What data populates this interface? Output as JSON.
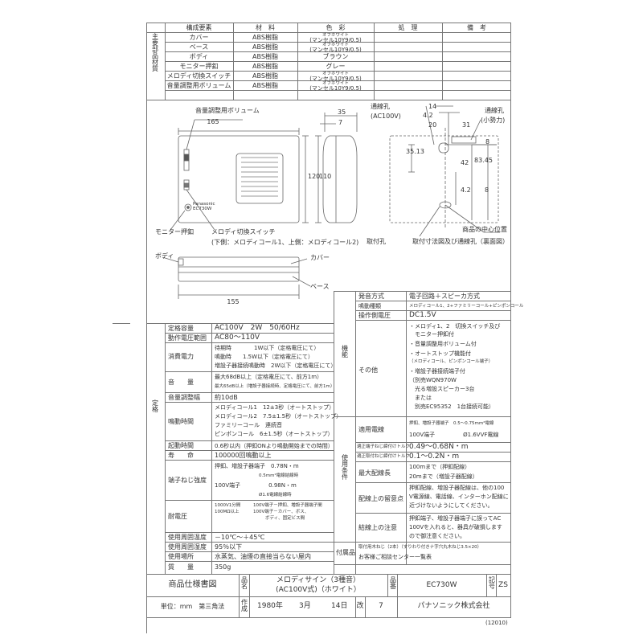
{
  "materials": {
    "headers": {
      "row_label": "主要部品材質",
      "component": "構成要素",
      "material": "材　料",
      "color": "色　彩",
      "finish": "処　理",
      "remarks": "備　考"
    },
    "rows": [
      {
        "component": "カバー",
        "material": "ABS樹脂",
        "color_top": "オフホワイト",
        "color_bottom": "(マンセル10Y9/0.5)"
      },
      {
        "component": "ベース",
        "material": "ABS樹脂",
        "color_top": "オフホワイト",
        "color_bottom": "(マンセル10Y9/0.5)"
      },
      {
        "component": "ボディ",
        "material": "ABS樹脂",
        "color_top": "",
        "color_bottom": "ブラウン"
      },
      {
        "component": "モニター押釦",
        "material": "ABS樹脂",
        "color_top": "",
        "color_bottom": "グレー"
      },
      {
        "component": "メロディ切換スイッチ",
        "material": "ABS樹脂",
        "color_top": "オフホワイト",
        "color_bottom": "(マンセル10Y9/0.5)"
      },
      {
        "component": "音量調整用ボリューム",
        "material": "ABS樹脂",
        "color_top": "オフホワイト",
        "color_bottom": "(マンセル10Y9/0.5)"
      }
    ]
  },
  "drawing": {
    "volume_label": "音量調整用ボリューム",
    "dim_165": "165",
    "dim_120": "120",
    "dim_35": "35",
    "dim_7": "7",
    "dim_110": "110",
    "brand": "Panasonic",
    "model_small": "EC730W",
    "monitor_label": "モニター押釦",
    "switch_label": "メロディ切換スイッチ",
    "switch_note": "(下側：メロディコール1、上側：メロディコール2)",
    "body_label": "ボディ",
    "cover_label": "カバー",
    "base_label": "ベース",
    "dim_155": "155",
    "hole_ac_label1": "通線孔",
    "hole_ac_label2": "(AC100V)",
    "hole_small_label1": "通線孔",
    "hole_small_label2": "(小勢力)",
    "d14": "14",
    "d4_2a": "4.2",
    "d20": "20",
    "d31": "31",
    "d8a": "8",
    "d35_13": "35.13",
    "d42": "42",
    "d83_45": "83.45",
    "d4_2b": "4.2",
    "d8b": "8",
    "center_label": "商品の中心位置",
    "mount_hole_label": "取付孔",
    "mount_caption": "取付寸法図及び通線孔（裏面図）"
  },
  "specs": {
    "rating_group": "定格",
    "rows": [
      {
        "label": "定格容量",
        "value": "AC100V　2W　50/60Hz"
      },
      {
        "label": "動作電圧範囲",
        "value": "AC80～110V"
      },
      {
        "label": "消費電力",
        "lines": [
          "待期時　　　　1W以下（定格電圧にて）",
          "鳴動時　　1.5W以下（定格電圧にて）",
          "増設子器接続鳴動時　2W以下（定格電圧にて）"
        ]
      },
      {
        "label": "音　　量",
        "lines": [
          "最大68dB以上（定格電圧にて、前方1m）",
          "最大65dB以上（増設子器接続時、定格電圧にて、前方1m）"
        ]
      },
      {
        "label": "音量調整幅",
        "value": "約10dB"
      },
      {
        "label": "鳴動時間",
        "lines": [
          "メロディコール1　12±3秒（オートストップ）",
          "メロディコール2　7.5±1.5秒（オートストップ）",
          "ファミリーコール　連続音",
          "ピンポンコール　6±1.5秒（オートストップ）"
        ]
      },
      {
        "label": "起動時間",
        "value": "0.6秒以内（押釦ONより鳴動開始までの時間）"
      },
      {
        "label": "寿　　命",
        "value": "100000回鳴動以上"
      },
      {
        "label": "端子ねじ強度",
        "lines": [
          "押釦、増設子器端子　0.78N・m",
          "　　　　　　　　　　0.5mm²電線結線時",
          "100V端子　　　　　0.98N・m",
          "　　　　　　　　　　Ø1.6電線結線時"
        ]
      },
      {
        "label": "耐電圧",
        "lines": [
          "1000V1分間",
          "100MΩ以上",
          "100V端子－押釦、増設子器端子間",
          "100V端子－カバー、ボス、",
          "ボディ、固定ビス間"
        ]
      },
      {
        "label": "使用周囲温度",
        "value": "－10℃～＋45℃"
      },
      {
        "label": "使用周囲湿度",
        "value": "95％以下"
      },
      {
        "label": "使用場所",
        "value": "水蒸気、油煙の直接当らない屋内"
      },
      {
        "label": "質　　量",
        "value": "350g"
      }
    ]
  },
  "function": {
    "group": "機能",
    "rows": [
      {
        "label": "発音方式",
        "value": "電子回路＋スピーカ方式"
      },
      {
        "label": "鳴動種類",
        "value": "メロディコール1、2+ファミリーコール+ピンポンコール"
      },
      {
        "label": "操作側電圧",
        "value": "DC1.5V"
      },
      {
        "label": "その他",
        "lines": [
          "・メロディ1、2　切換スイッチ及び",
          "　モニター押釦付",
          "・音量調整用ボリューム付",
          "・オートストップ機能付",
          "（メロディコール、ピンポンコール端子）",
          "・増設子器接続端子付",
          "（別売WQN970W",
          "　光る増設スピーカー3台",
          "　または",
          "　別売EC95352　1台接続可能）"
        ]
      }
    ]
  },
  "usage": {
    "group": "使用条件",
    "rows": [
      {
        "label": "適用電線",
        "lines": [
          "押釦、増設子器端子　0.5～0.75mm²電線",
          "100V端子　　　　　Ø1.6VVF電線"
        ]
      },
      {
        "label": "適正端子ねじ締付けトルク",
        "value": "0.49～0.68N・m"
      },
      {
        "label": "適正取付ねじ締付けトルク",
        "value": "0.1～0.2N・m"
      },
      {
        "label": "最大配線長",
        "lines": [
          "100mまで（押釦配線）",
          "20mまで（増設子器配線）"
        ]
      },
      {
        "label": "配線上の留意点",
        "lines": [
          "押釦配線、増設子器配線は、他の100",
          "V電源線、電話線、インターホン配線に",
          "近づけないようにしてください。"
        ]
      },
      {
        "label": "結線上の注意",
        "lines": [
          "押釦端子、増設子器端子に誤ってAC",
          "100Vを入れると、器具が破損します",
          "ので御注意ください。"
        ]
      }
    ]
  },
  "accessories": {
    "label": "付属品",
    "lines": [
      "取付用木ねじ（2本）（すりわり付きナ字穴丸木ねじ3.5×20）",
      "お客様ご相談センター一覧表"
    ]
  },
  "title_block": {
    "doc_title": "商品仕様書図",
    "name_label": "品名",
    "product_name_line1": "メロディサイン（3種音）",
    "product_name_line2": "(AC100V式)（ホワイト）",
    "number_label": "品番",
    "product_number": "EC730W",
    "symbol_label": "記号",
    "symbol": "ZS",
    "unit_text": "単位：mm　第三角法",
    "made_label": "作成",
    "year": "1980年",
    "month": "3月",
    "day": "14日",
    "rev_label": "改",
    "rev": "7",
    "company": "パナソニック株式会社",
    "doc_code": "(12010)"
  }
}
